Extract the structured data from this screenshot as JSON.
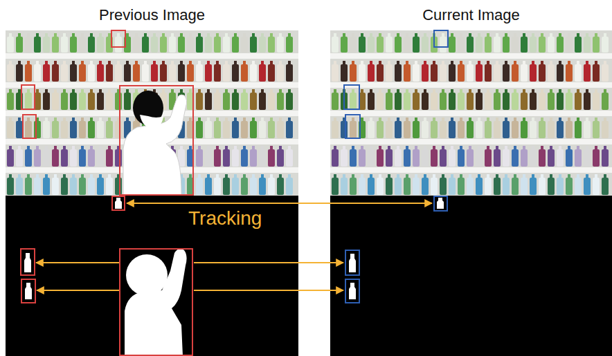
{
  "diagram": {
    "nodes": [
      {
        "text": [
          "Previous Image"
        ]
      },
      {
        "text": [
          "Current Image"
        ]
      }
    ],
    "labels": [
      "Tracking"
    ]
  }
}
